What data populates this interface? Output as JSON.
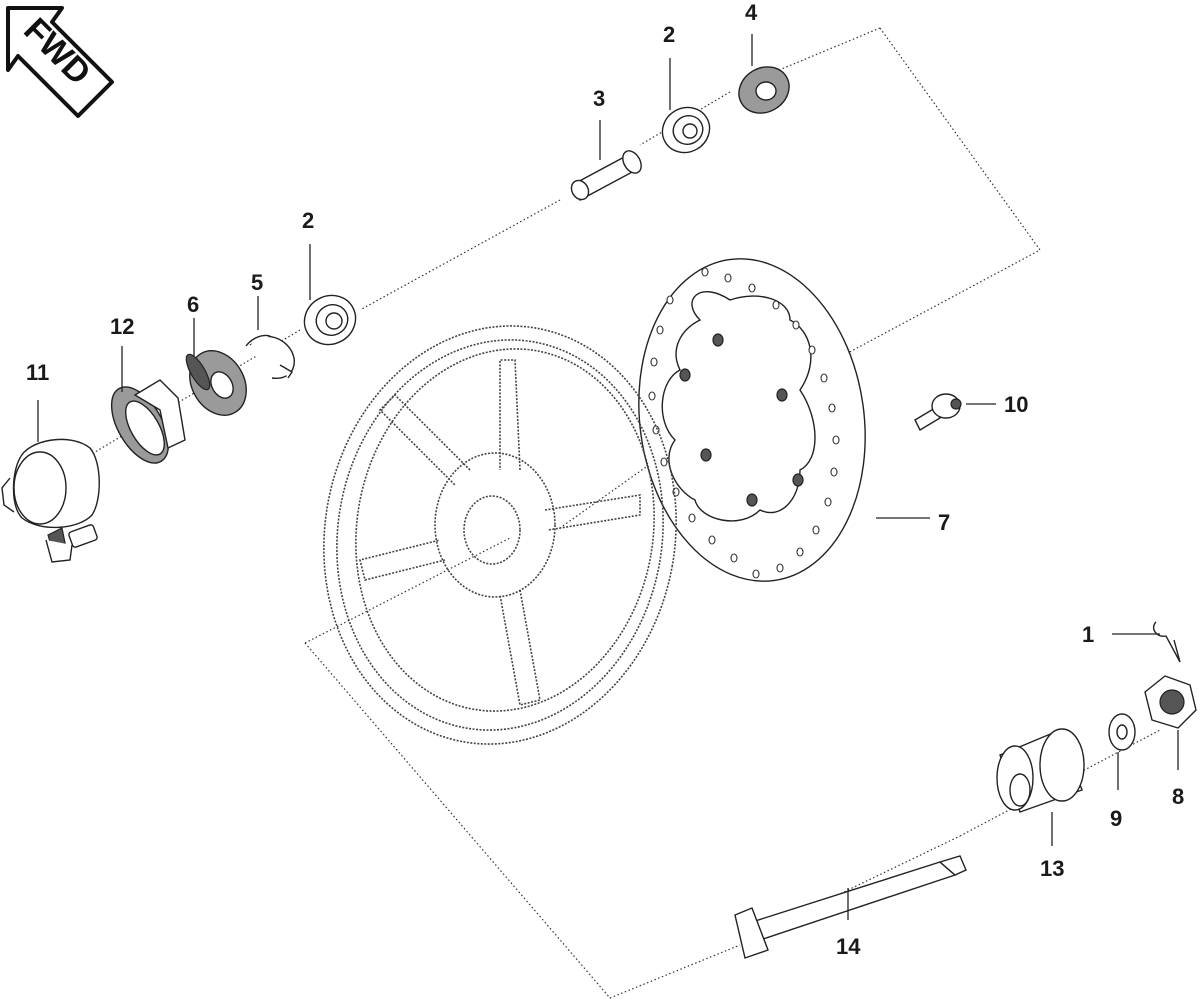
{
  "fwd_label": "FWD",
  "callouts": {
    "p1": "1",
    "p2_upper": "2",
    "p2_lower": "2",
    "p3": "3",
    "p4": "4",
    "p5": "5",
    "p6": "6",
    "p7": "7",
    "p8": "8",
    "p9": "9",
    "p10": "10",
    "p11": "11",
    "p12": "12",
    "p13": "13",
    "p14": "14"
  }
}
